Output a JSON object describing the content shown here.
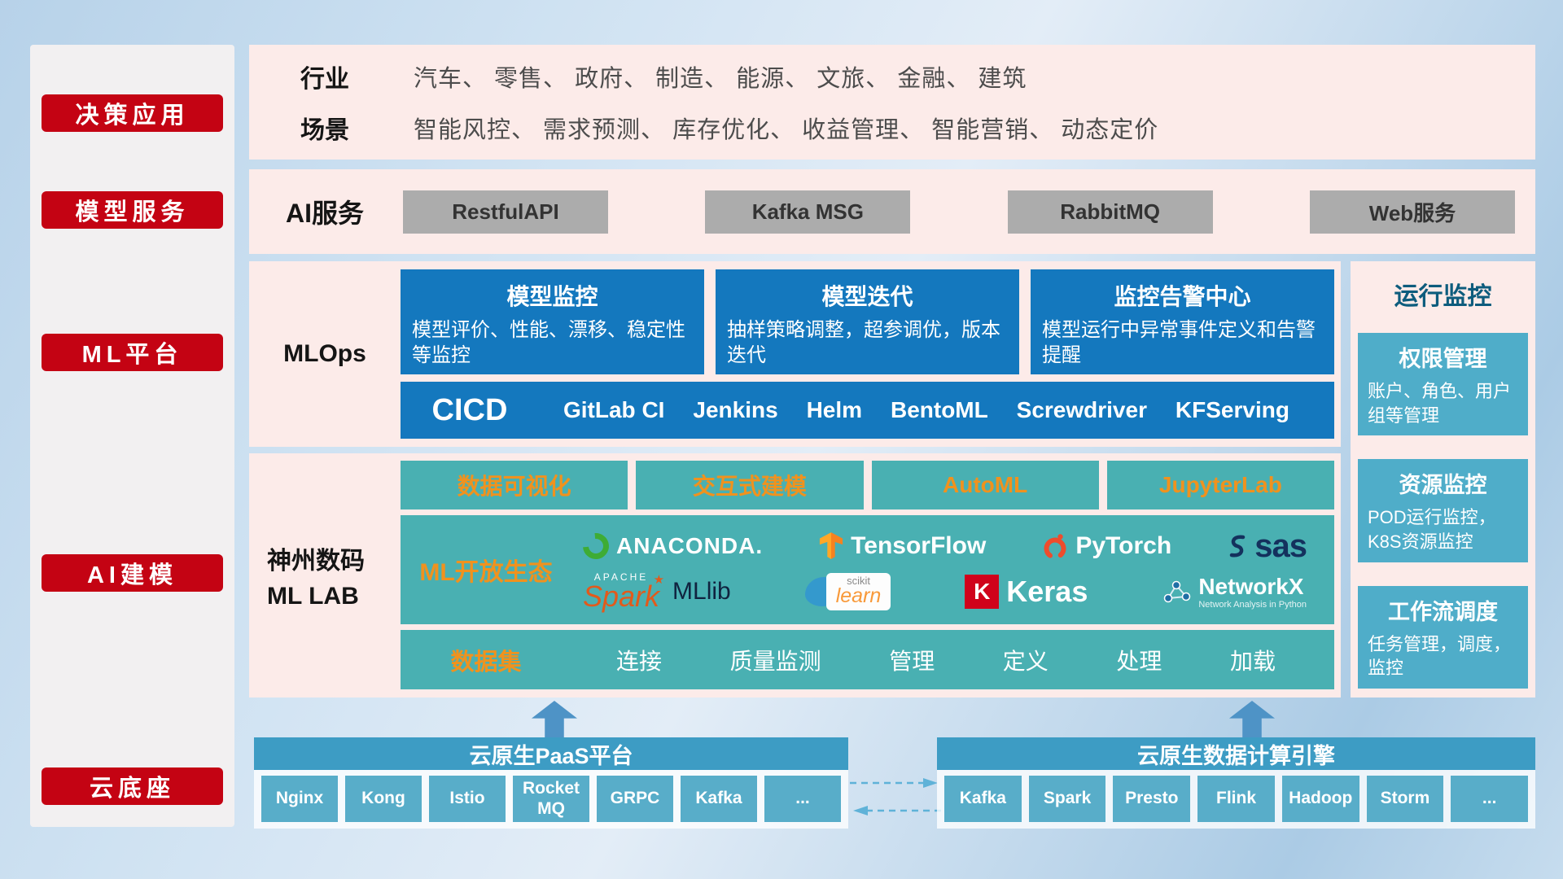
{
  "sidebar": {
    "items": [
      {
        "label": "决策应用"
      },
      {
        "label": "模型服务"
      },
      {
        "label": "ML平台"
      },
      {
        "label": "AI建模"
      },
      {
        "label": "云底座"
      }
    ]
  },
  "industry": {
    "rows": [
      {
        "label": "行业",
        "text": "汽车、 零售、 政府、 制造、 能源、 文旅、 金融、 建筑"
      },
      {
        "label": "场景",
        "text": "智能风控、 需求预测、 库存优化、 收益管理、 智能营销、 动态定价"
      }
    ]
  },
  "ai_service": {
    "label": "AI服务",
    "buttons": [
      "RestfulAPI",
      "Kafka MSG",
      "RabbitMQ",
      "Web服务"
    ]
  },
  "mlops": {
    "label": "MLOps",
    "cards": [
      {
        "title": "模型监控",
        "desc": "模型评价、性能、漂移、稳定性等监控"
      },
      {
        "title": "模型迭代",
        "desc": "抽样策略调整，超参调优，版本迭代"
      },
      {
        "title": "监控告警中心",
        "desc": "模型运行中异常事件定义和告警提醒"
      }
    ],
    "cicd_label": "CICD",
    "tools": [
      "GitLab CI",
      "Jenkins",
      "Helm",
      "BentoML",
      "Screwdriver",
      "KFServing"
    ]
  },
  "mllab": {
    "label_line1": "神州数码",
    "label_line2": "ML LAB",
    "tabs": [
      "数据可视化",
      "交互式建模",
      "AutoML",
      "JupyterLab"
    ],
    "eco_label": "ML开放生态",
    "logos": {
      "anaconda": "ANACONDA.",
      "tensorflow": "TensorFlow",
      "pytorch": "PyTorch",
      "sas": "sas",
      "spark_apache": "APACHE",
      "spark": "Spark",
      "spark_star": "★",
      "mllib": "MLlib",
      "scikit_top": "scikit",
      "scikit_main": "learn",
      "keras_letter": "K",
      "keras": "Keras",
      "networkx": "NetworkX",
      "networkx_sub": "Network Analysis in Python"
    },
    "data_label": "数据集",
    "data_items": [
      "连接",
      "质量监测",
      "管理",
      "定义",
      "处理",
      "加载"
    ]
  },
  "monitoring": {
    "title": "运行监控",
    "cards": [
      {
        "title": "权限管理",
        "desc": "账户、角色、用户组等管理"
      },
      {
        "title": "资源监控",
        "desc": "POD运行监控，K8S资源监控"
      },
      {
        "title": "工作流调度",
        "desc": "任务管理，调度，监控"
      }
    ]
  },
  "bottom": {
    "paas": {
      "title": "云原生PaaS平台",
      "items": [
        "Nginx",
        "Kong",
        "Istio",
        "RocketMQ",
        "GRPC",
        "Kafka",
        "..."
      ]
    },
    "engine": {
      "title": "云原生数据计算引擎",
      "items": [
        "Kafka",
        "Spark",
        "Presto",
        "Flink",
        "Hadoop",
        "Storm",
        "..."
      ]
    }
  },
  "colors": {
    "badge_red": "#c40313",
    "panel_pink": "#fcebe9",
    "mlops_blue": "#1478be",
    "teal": "#49b0b2",
    "accent_orange": "#f0921e",
    "monitor_blue": "#4fadc9",
    "bottom_bar_blue": "#3d9cc4",
    "bottom_tile_blue": "#58adc9"
  }
}
